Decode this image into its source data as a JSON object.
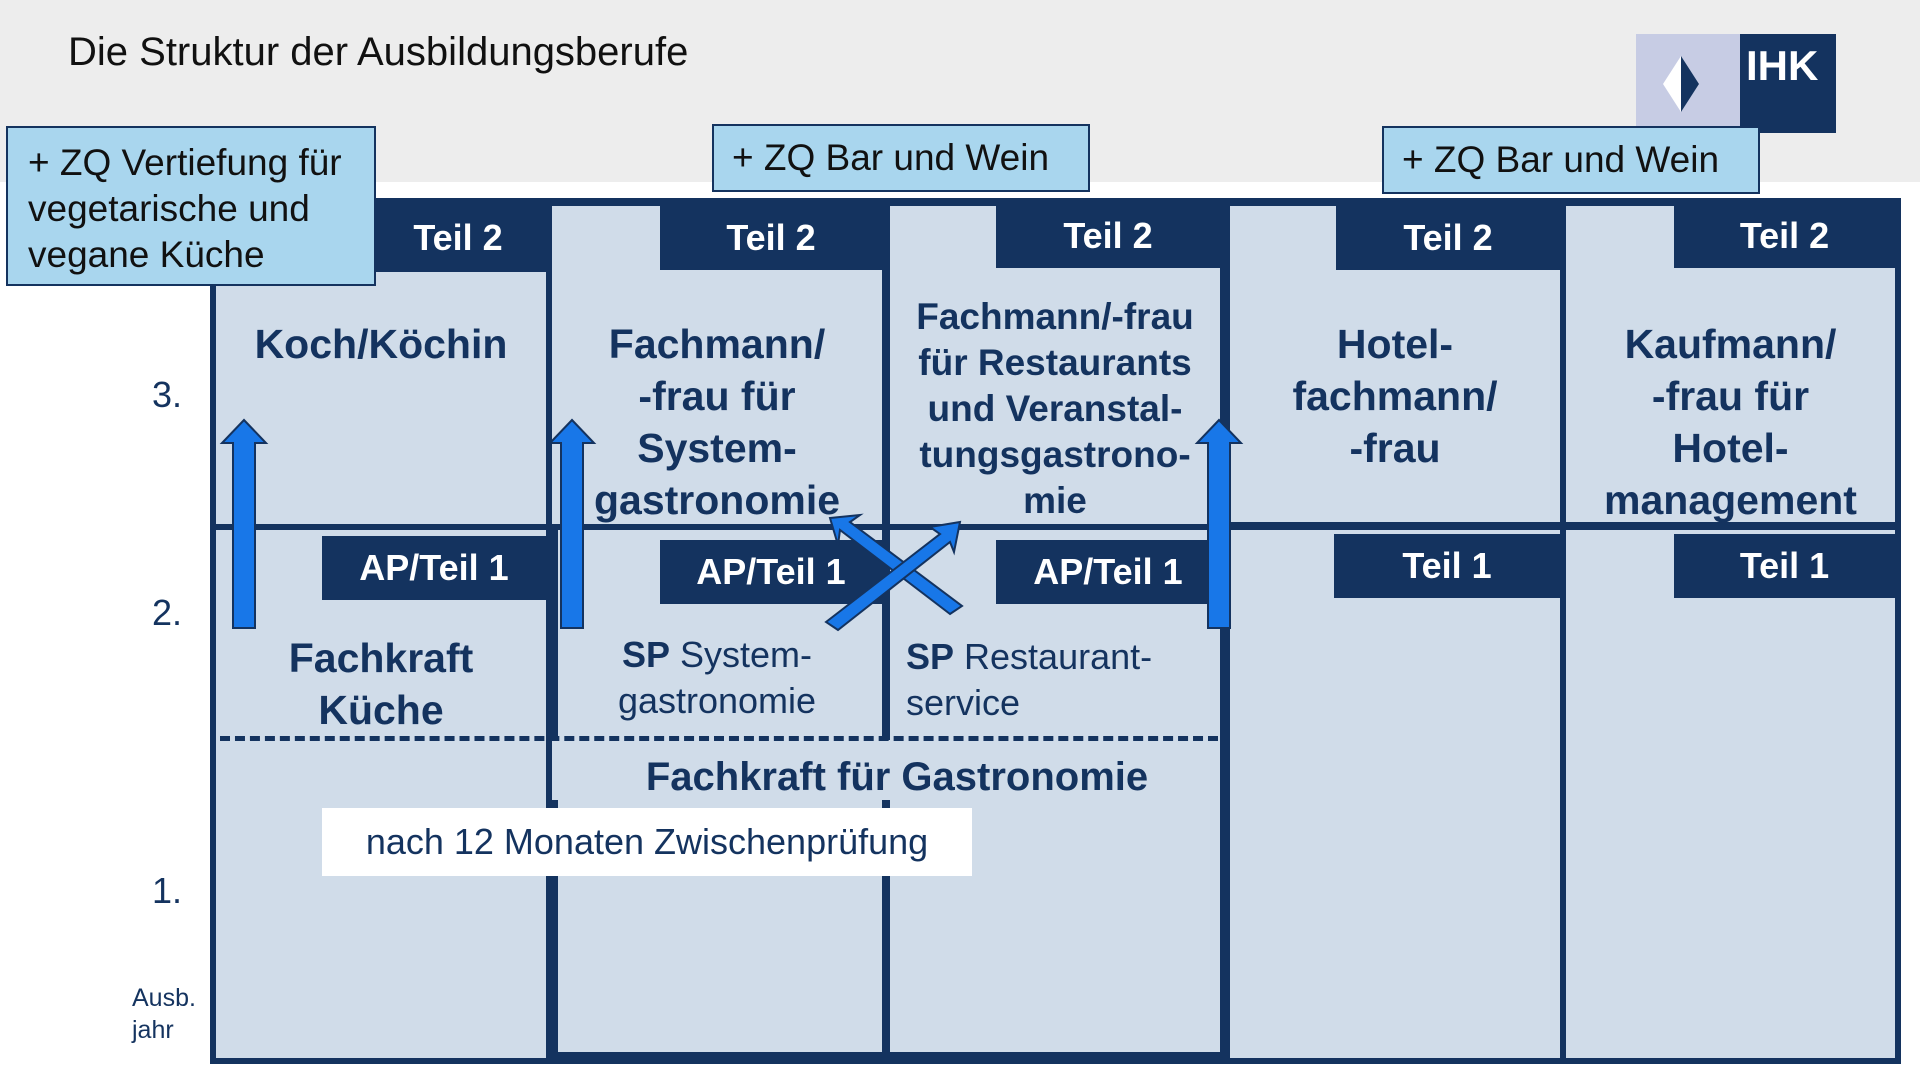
{
  "header": {
    "title": "Die Struktur der Ausbildungsberufe",
    "logo_text": "IHK"
  },
  "zq_boxes": {
    "koch": [
      "+ ZQ Vertiefung für",
      "vegetarische und",
      "vegane Küche"
    ],
    "system": "+ ZQ Bar und Wein",
    "hotel": "+ ZQ Bar und Wein"
  },
  "years": {
    "y3": "3.",
    "y2": "2.",
    "y1": "1.",
    "ausb": [
      "Ausb.",
      "jahr"
    ]
  },
  "columns": {
    "koch": {
      "tag_top": "Teil 2",
      "tag_mid": "AP/Teil 1",
      "title": [
        "Koch/Köchin"
      ],
      "lower_title": [
        "Fachkraft",
        "Küche"
      ]
    },
    "system": {
      "tag_top": "Teil 2",
      "tag_mid": "AP/Teil 1",
      "title": [
        "Fachmann/",
        "-frau für",
        "System-",
        "gastronomie"
      ],
      "sp_bold": "SP",
      "sp_line1": " System-",
      "sp_line2": "gastronomie"
    },
    "restaurant": {
      "tag_top": "Teil 2",
      "tag_mid": "AP/Teil 1",
      "title": [
        "Fachmann/-frau",
        "für Restaurants",
        "und Veranstal-",
        "tungsgastrono-",
        "mie"
      ],
      "sp_bold": "SP",
      "sp_line1": " Restaurant-",
      "sp_line2": "service"
    },
    "hotel": {
      "tag_top": "Teil 2",
      "tag_mid": "Teil 1",
      "title": [
        "Hotel-",
        "fachmann/",
        "-frau"
      ]
    },
    "kaufmann": {
      "tag_top": "Teil 2",
      "tag_mid": "Teil 1",
      "title": [
        "Kaufmann/",
        "-frau für",
        "Hotel-",
        "management"
      ]
    }
  },
  "fachkraft_gastronomie": "Fachkraft für Gastronomie",
  "note": "nach 12 Monaten Zwischenprüfung",
  "colors": {
    "navy": "#14335f",
    "cell": "#d0dce9",
    "zq": "#a9d6ee",
    "arrow": "#1877e8"
  }
}
